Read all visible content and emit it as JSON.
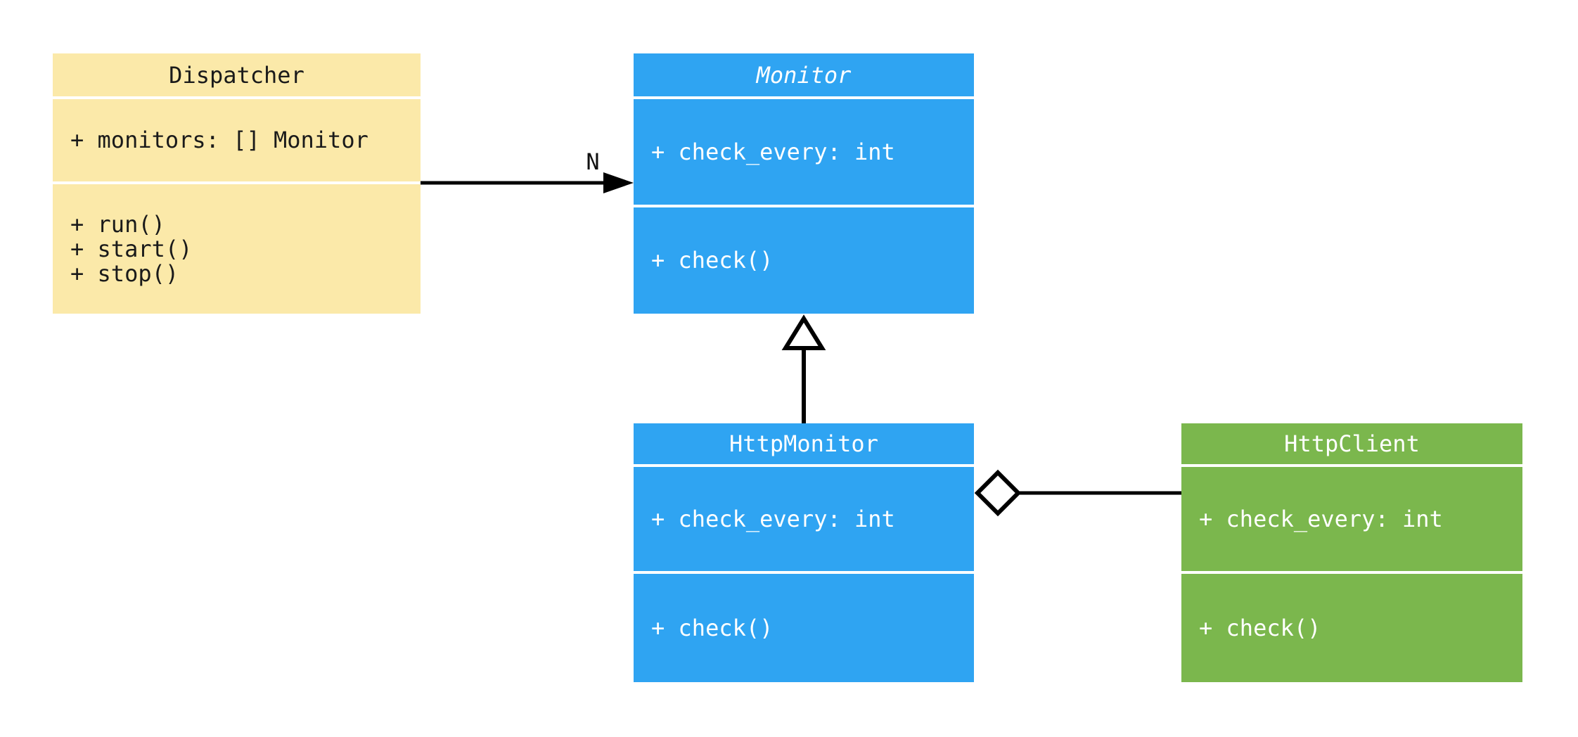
{
  "diagram": {
    "kind": "uml-class-diagram",
    "background_color": "#ffffff",
    "line_color": "#000000",
    "classes": [
      {
        "name": "Dispatcher",
        "abstract": false,
        "fill_color": "#FBE9A9",
        "text_color": "#1a1a1a",
        "attributes": [
          "+ monitors: [] Monitor"
        ],
        "methods": [
          "+ run()",
          "+ start()",
          "+ stop()"
        ]
      },
      {
        "name": "Monitor",
        "abstract": true,
        "fill_color": "#2FA4F2",
        "text_color": "#ffffff",
        "attributes": [
          "+ check_every: int"
        ],
        "methods": [
          "+ check()"
        ]
      },
      {
        "name": "HttpMonitor",
        "abstract": false,
        "fill_color": "#2FA4F2",
        "text_color": "#ffffff",
        "attributes": [
          "+ check_every: int"
        ],
        "methods": [
          "+ check()"
        ]
      },
      {
        "name": "HttpClient",
        "abstract": false,
        "fill_color": "#7BB74D",
        "text_color": "#ffffff",
        "attributes": [
          "+ check_every: int"
        ],
        "methods": [
          "+ check()"
        ]
      }
    ],
    "relations": [
      {
        "type": "directed-association",
        "from": "Dispatcher",
        "to": "Monitor",
        "multiplicity": "N"
      },
      {
        "type": "inheritance",
        "from": "HttpMonitor",
        "to": "Monitor"
      },
      {
        "type": "aggregation",
        "from": "HttpMonitor",
        "to": "HttpClient"
      }
    ]
  }
}
